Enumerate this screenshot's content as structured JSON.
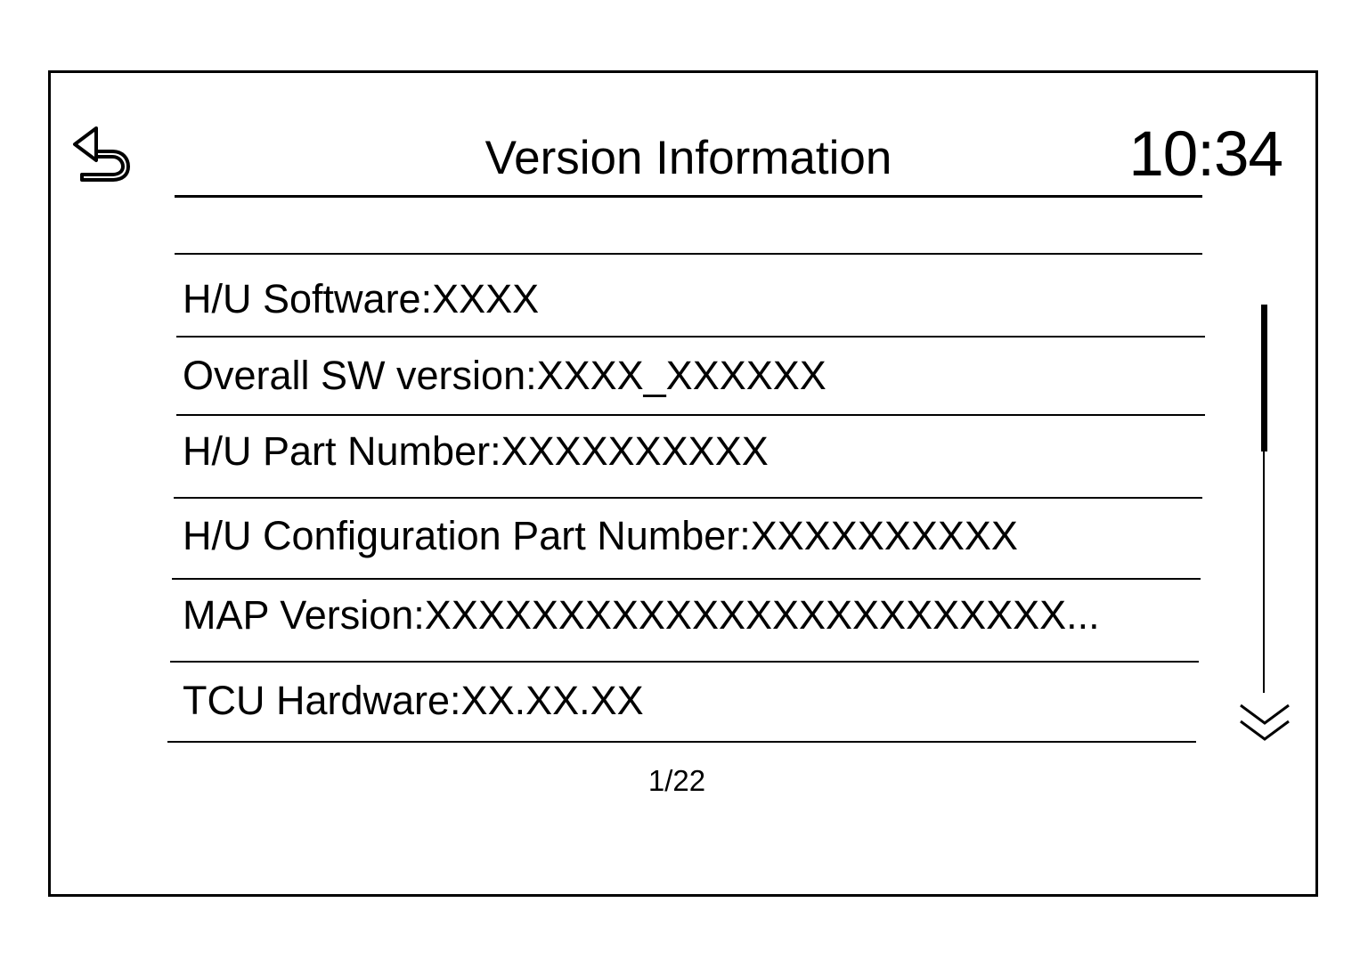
{
  "header": {
    "title": "Version Information",
    "clock": "10:34",
    "back_icon": "back-arrow-icon"
  },
  "items": [
    {
      "label": "H/U Software:XXXX"
    },
    {
      "label": "Overall SW version:XXXX_XXXXXX"
    },
    {
      "label": "H/U Part Number:XXXXXXXXXX"
    },
    {
      "label": "H/U Configuration Part Number:XXXXXXXXXX"
    },
    {
      "label": "MAP Version:XXXXXXXXXXXXXXXXXXXXXXXX..."
    },
    {
      "label": "TCU Hardware:XX.XX.XX"
    }
  ],
  "pagination": {
    "text": "1/22",
    "current": 1,
    "total": 22
  },
  "scrollbar": {
    "down_icon": "double-chevron-down-icon"
  },
  "colors": {
    "foreground": "#000000",
    "background": "#ffffff"
  }
}
